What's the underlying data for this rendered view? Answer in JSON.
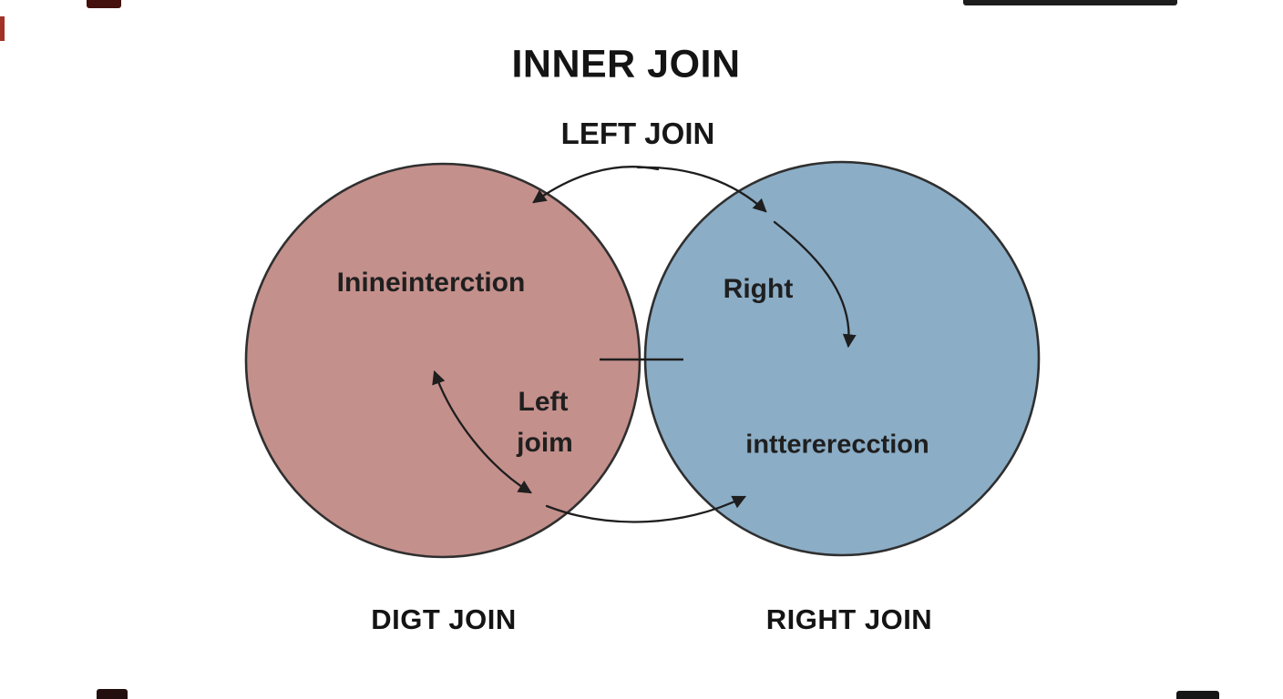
{
  "title": "INNER JOIN",
  "subtitle": "LEFT JOIN",
  "diagram": {
    "left_circle": {
      "fill": "#c4908c",
      "label": "Inineinterction",
      "caption_line1": "Left",
      "caption_line2": "joim",
      "bottom_label": "DIGT JOIN"
    },
    "right_circle": {
      "fill": "#8badc6",
      "label": "Right",
      "sub_label": "inttererecction",
      "bottom_label": "RIGHT JOIN"
    },
    "outline_color": "#2f2f2f",
    "arrow_color": "#1e1e1e",
    "text_color": "#1f1f1f"
  }
}
